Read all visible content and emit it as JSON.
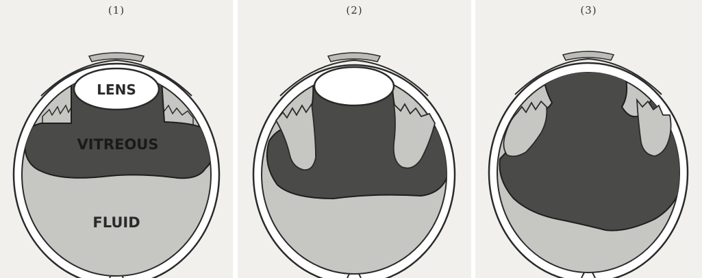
{
  "panels": [
    {
      "number": "(1)",
      "labels": {
        "lens": "LENS",
        "vitreous": "VITREOUS",
        "fluid": "FLUID"
      }
    },
    {
      "number": "(2)"
    },
    {
      "number": "(3)"
    }
  ],
  "colors": {
    "background": "#f1f0ec",
    "eye_wall": "#ffffff",
    "outline": "#2a2a2a",
    "fluid": "#c6c6c2",
    "vitreous": "#4a4a48",
    "cornea": "#bdbdb8"
  }
}
